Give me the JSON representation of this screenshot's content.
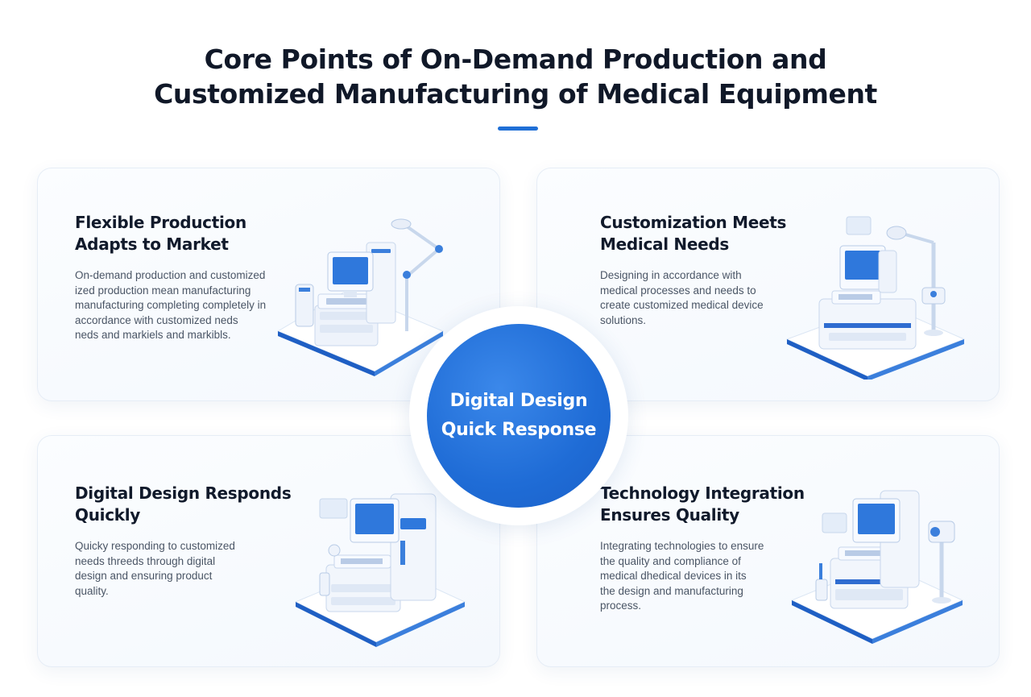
{
  "title": {
    "line1": "Core Points of On-Demand Production and",
    "line2": "Customized Manufacturing of Medical Equipment"
  },
  "center": {
    "line1": "Digital Design",
    "line2": "Quick Response"
  },
  "cards": [
    {
      "title": [
        "Flexible Production",
        "Adapts to Market"
      ],
      "desc": [
        "On-demand production and customized",
        "ized production mean manufacturing",
        "manufacturing completing completely in",
        "accordance with customized neds",
        "neds and markiels and markibls."
      ]
    },
    {
      "title": [
        "Customization Meets",
        "Medical Needs"
      ],
      "desc": [
        "Designing in accordance with",
        "medical processes and needs to",
        "create customized medical device",
        "solutions."
      ]
    },
    {
      "title": [
        "Digital Design Responds",
        "Quickly"
      ],
      "desc": [
        "Quicky responding to customized",
        "needs threeds through digital",
        "design and ensuring product",
        "quality."
      ]
    },
    {
      "title": [
        "Technology Integration",
        "Ensures Quality"
      ],
      "desc": [
        "Integrating technologies to ensure",
        "the quality and compliance of",
        "medical dhedical devices in its",
        "the design and manufacturing",
        "process."
      ]
    }
  ],
  "colors": {
    "accent": "#1f6fd6",
    "hub_fill": "#1f6cd6",
    "card_bg": "#f6f9fd",
    "title_text": "#101828",
    "body_text": "#4a5565"
  }
}
